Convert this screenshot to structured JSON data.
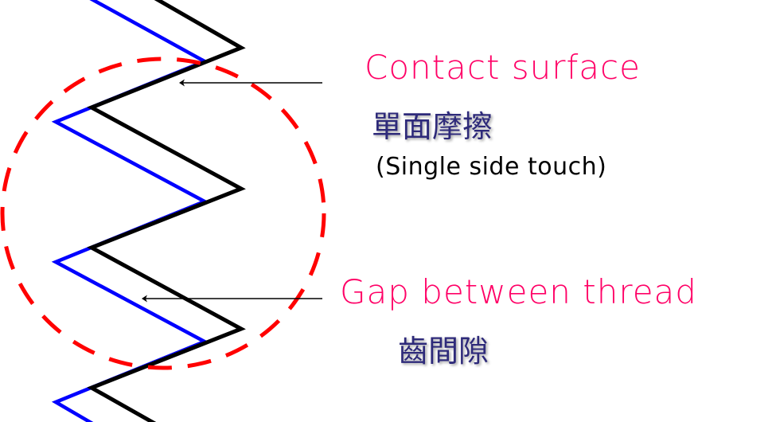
{
  "colors": {
    "outer_thread": "#000000",
    "inner_thread": "#0000ff",
    "highlight_circle": "#ff0000",
    "label_english": "#ff0066",
    "label_chinese": "#2e2a7a",
    "arrow": "#000000"
  },
  "labels": {
    "contact": {
      "title": "Contact surface",
      "chinese": "單面摩擦",
      "subtitle": "(Single side touch)"
    },
    "gap": {
      "title": "Gap between thread",
      "chinese": "齒間隙"
    }
  },
  "diagram": {
    "elements": [
      "black-thread-profile",
      "blue-thread-profile",
      "red-dashed-highlight-circle",
      "contact-arrow",
      "gap-arrow"
    ]
  }
}
